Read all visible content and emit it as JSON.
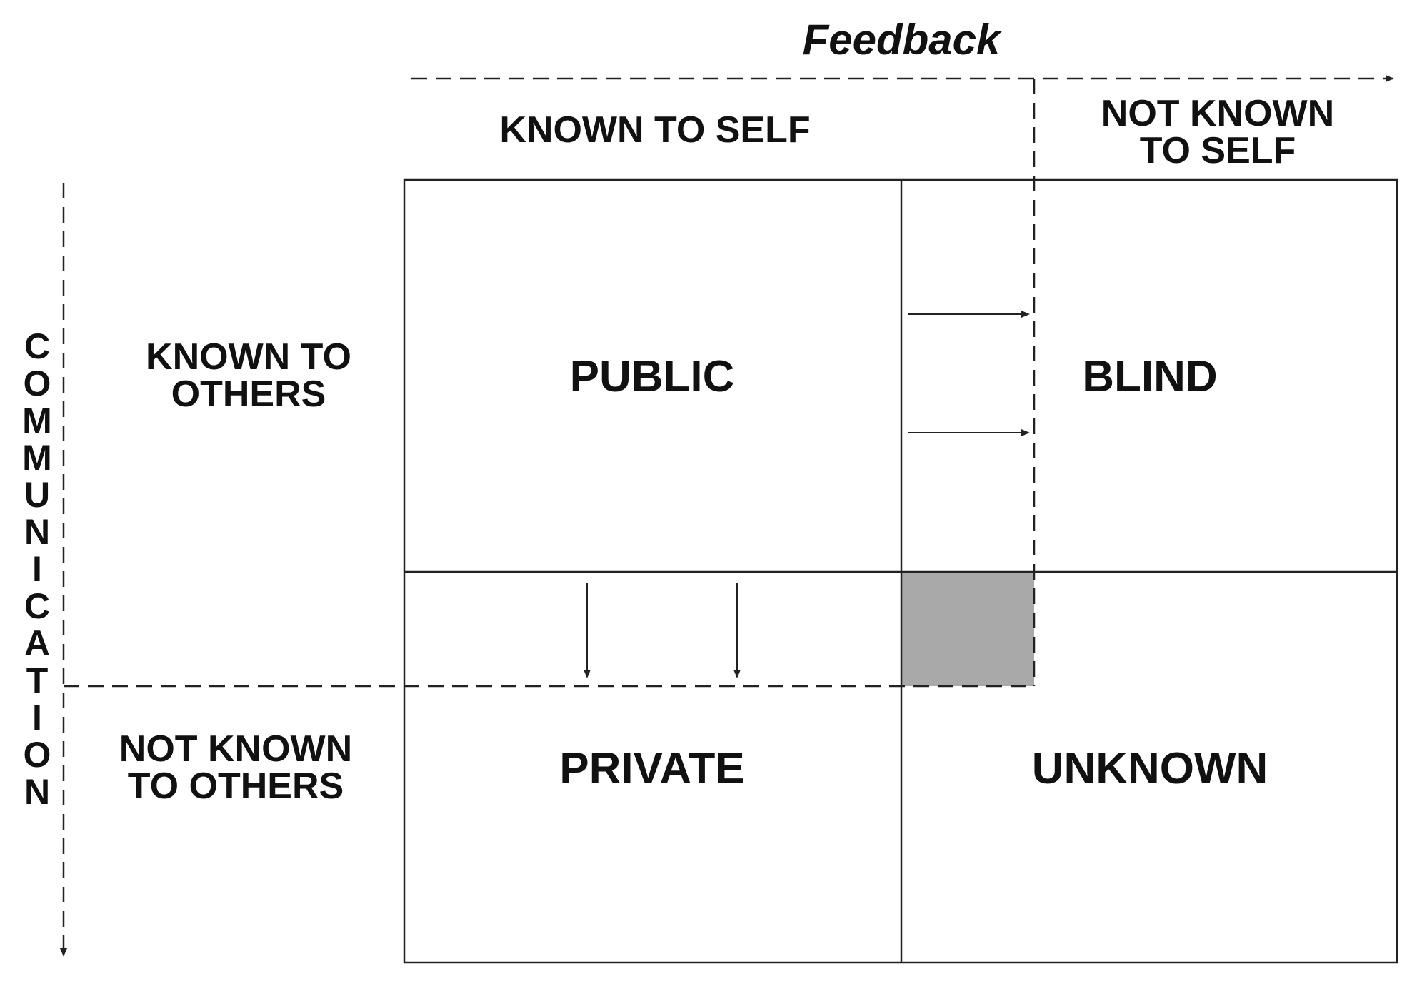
{
  "feedback": {
    "label": "Feedback"
  },
  "communication": {
    "letters": [
      "C",
      "O",
      "M",
      "M",
      "U",
      "N",
      "I",
      "C",
      "A",
      "T",
      "I",
      "O",
      "N"
    ]
  },
  "columns": {
    "known_to_self": "KNOWN TO SELF",
    "not_known_to_self": [
      "NOT KNOWN",
      "TO SELF"
    ]
  },
  "rows": {
    "known_to_others": [
      "KNOWN TO",
      "OTHERS"
    ],
    "not_known_to_others": [
      "NOT KNOWN",
      "TO OTHERS"
    ]
  },
  "quadrants": {
    "public": "PUBLIC",
    "blind": "BLIND",
    "private": "PRIVATE",
    "unknown": "UNKNOWN"
  },
  "colors": {
    "line": "#222222",
    "shaded": "#a9a9a9",
    "text": "#111111"
  }
}
